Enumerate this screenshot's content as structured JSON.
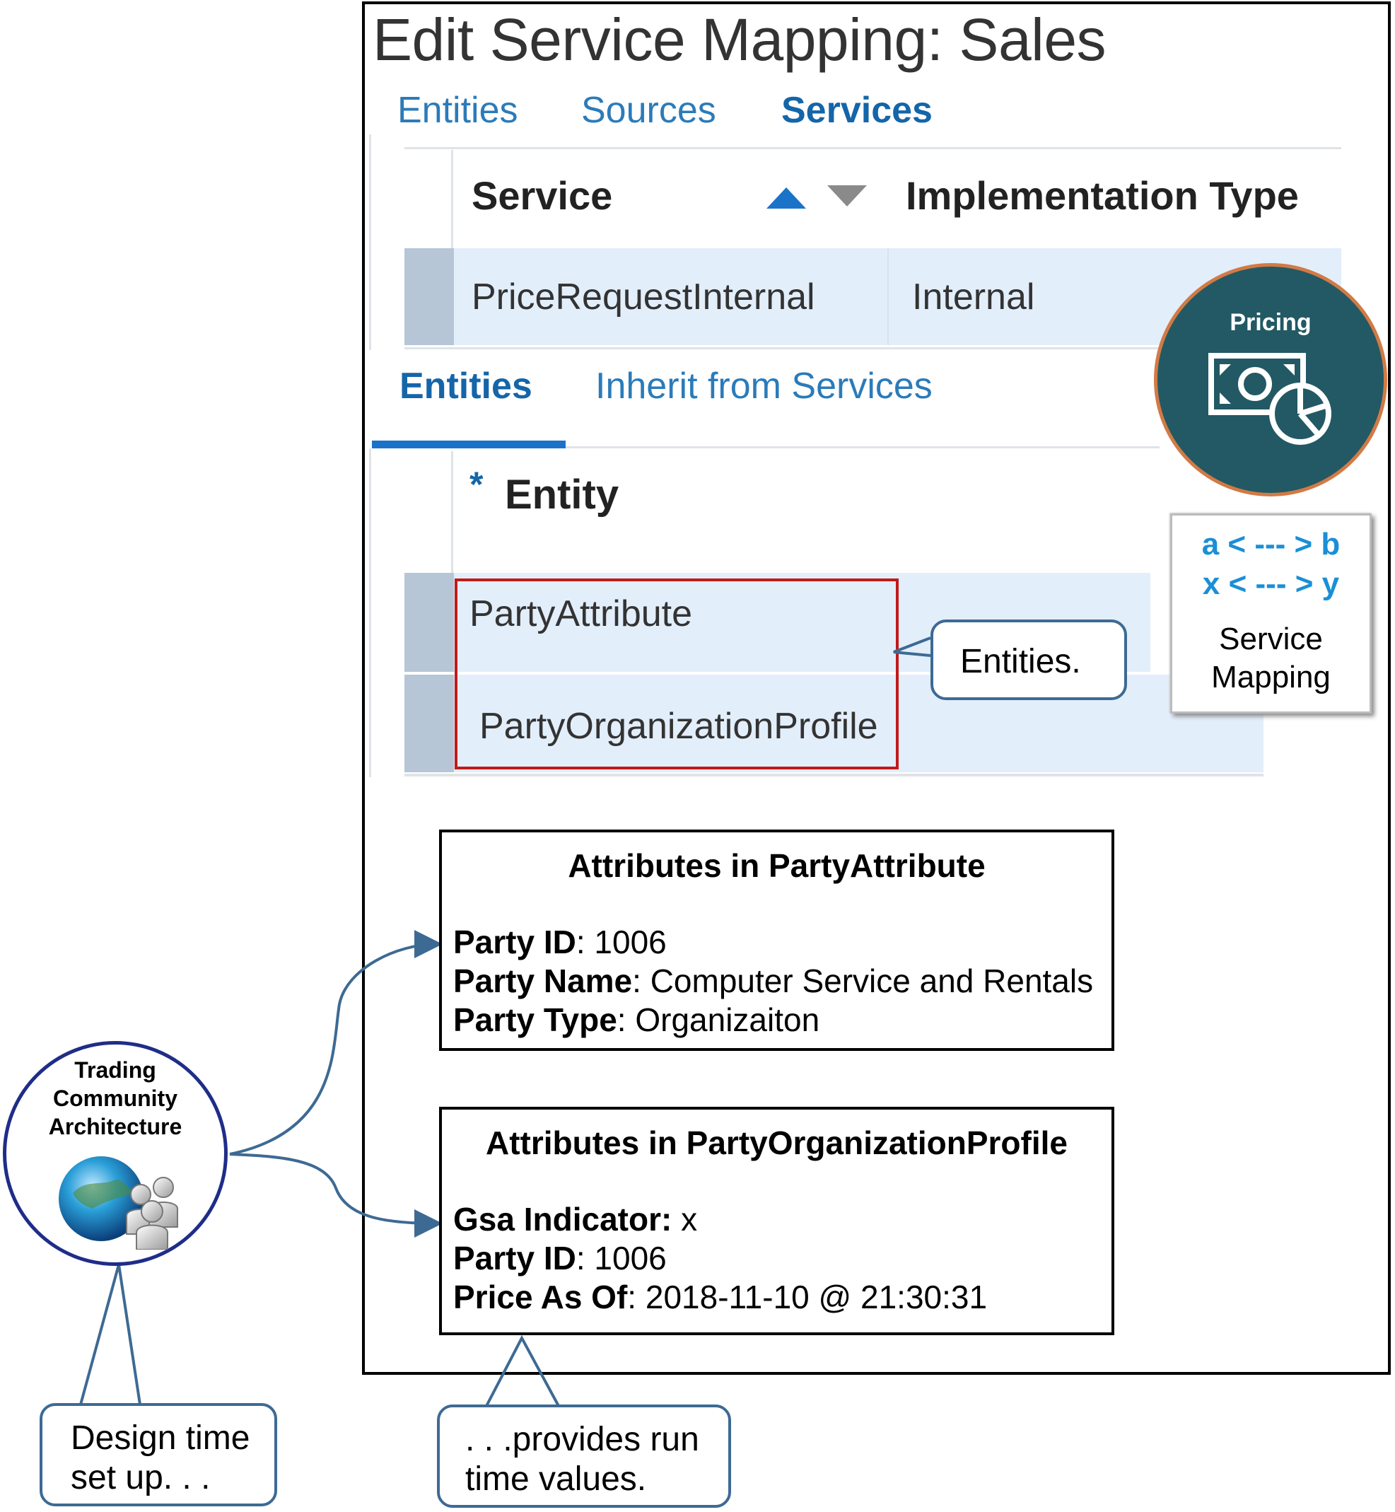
{
  "page_title": "Edit Service Mapping: Sales",
  "top_tabs": [
    {
      "label": "Entities"
    },
    {
      "label": "Sources"
    },
    {
      "label": "Services"
    }
  ],
  "services_table": {
    "columns": [
      "Service",
      "Implementation Type"
    ],
    "rows": [
      {
        "service": "PriceRequestInternal",
        "implementation_type": "Internal"
      }
    ]
  },
  "sub_tabs": [
    {
      "label": "Entities"
    },
    {
      "label": "Inherit from Services"
    }
  ],
  "entity_table": {
    "required_mark": "*",
    "column": "Entity",
    "rows": [
      "PartyAttribute",
      "PartyOrganizationProfile"
    ]
  },
  "callouts": {
    "entities": "Entities.",
    "design_time": "Design time set up. . .",
    "run_time": ". . .provides run time values."
  },
  "pricing_badge": {
    "label": "Pricing"
  },
  "service_mapping_badge": {
    "line1": "a < --- > b",
    "line2": "x < --- > y",
    "label": "Service Mapping"
  },
  "tca_badge": {
    "label": "Trading Community Architecture"
  },
  "party_attribute_box": {
    "title": "Attributes in PartyAttribute",
    "fields": [
      {
        "label": "Party ID",
        "value": ": 1006"
      },
      {
        "label": "Party Name",
        "value": ": Computer Service and Rentals"
      },
      {
        "label": "Party Type",
        "value": ": Organizaiton"
      }
    ]
  },
  "party_org_profile_box": {
    "title": "Attributes in PartyOrganizationProfile",
    "fields": [
      {
        "label": "Gsa Indicator:",
        "value": " x"
      },
      {
        "label": "Party ID",
        "value": ": 1006"
      },
      {
        "label": "Price As Of",
        "value": ": 2018-11-10 @ 21:30:31"
      }
    ]
  },
  "colors": {
    "tab_blue": "#2b7bb9",
    "row_band": "#e3eefb",
    "row_handle": "#b7c6d6",
    "highlight_red": "#c01a1a",
    "callout_border": "#3d6a93",
    "pricing_teal": "#225964",
    "pricing_ring": "#d27a45",
    "tca_ring": "#1f2d88"
  },
  "icons": [
    "sort-ascending-icon",
    "sort-descending-icon",
    "pricing-money-chart-icon",
    "globe-people-icon"
  ]
}
